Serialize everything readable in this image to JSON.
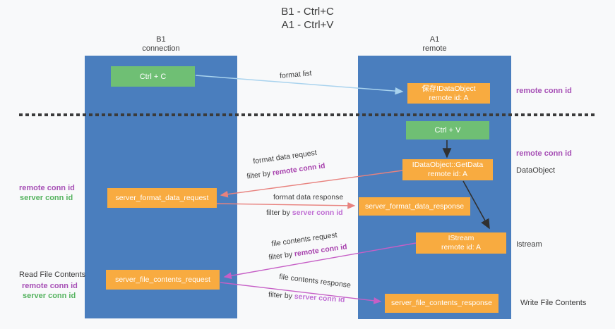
{
  "title": {
    "line1": "B1 - Ctrl+C",
    "line2": "A1 - Ctrl+V"
  },
  "lanes": {
    "left": {
      "name": "B1",
      "subtitle": "connection"
    },
    "right": {
      "name": "A1",
      "subtitle": "remote"
    }
  },
  "nodes": {
    "ctrl_c": "Ctrl + C",
    "ctrl_v": "Ctrl + V",
    "save_ido_line1": "保存IDataObject",
    "save_ido_line2": "remote id: A",
    "getdata_line1": "IDataObject::GetData",
    "getdata_line2": "remote id: A",
    "format_request": "server_format_data_request",
    "format_response": "server_format_data_response",
    "istream_line1": "IStream",
    "istream_line2": "remote id: A",
    "file_request": "server_file_contents_request",
    "file_response": "server_file_contents_response"
  },
  "edge_labels": {
    "format_list": "format list",
    "format_request": "format data request",
    "format_request_filter_prefix": "filter by ",
    "format_request_filter_key": "remote conn id",
    "format_response": "format data response",
    "format_response_filter_prefix": "filter by ",
    "format_response_filter_key": "server conn id",
    "file_request": "file contents request",
    "file_request_filter_prefix": "filter by ",
    "file_request_filter_key": "remote conn id",
    "file_response": "file contents response",
    "file_response_filter_prefix": "filter by ",
    "file_response_filter_key": "server conn id"
  },
  "margin_labels": {
    "right_remote_conn_id_1": "remote conn id",
    "right_remote_conn_id_2": "remote conn id",
    "right_dataobject": "DataObject",
    "right_istream": "Istream",
    "right_write_file": "Write File Contents",
    "left_remote_conn_id_1": "remote conn id",
    "left_server_conn_id_1": "server conn id",
    "left_read_file": "Read File Contents",
    "left_remote_conn_id_2": "remote conn id",
    "left_server_conn_id_2": "server conn id"
  },
  "colors": {
    "lane_blue": "#4A7EBE",
    "node_green": "#6FBF74",
    "node_orange": "#F8AB40",
    "label_purple": "#A64FB5",
    "label_green": "#55B35F",
    "filter_remote_purple": "#A843AE",
    "filter_server_orchid": "#C06FD4",
    "arrow_red": "#E8827E",
    "arrow_magenta": "#C65FC6",
    "arrow_blue": "#A9D3EE",
    "arrow_black": "#303030",
    "dashed_divider": "#3B3B3B",
    "background": "#F8F9FA"
  }
}
